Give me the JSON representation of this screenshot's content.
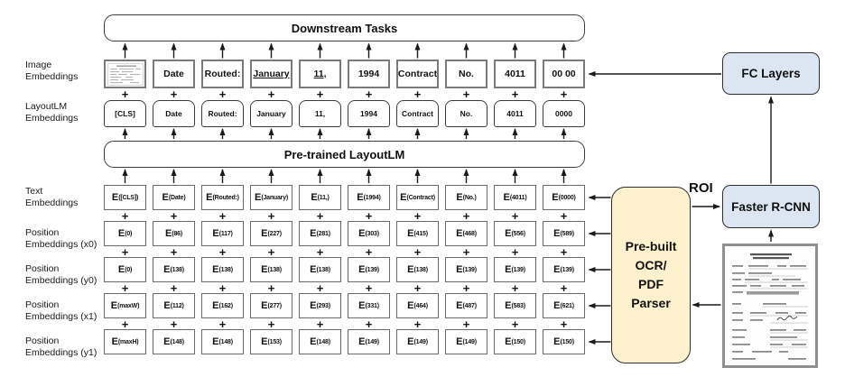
{
  "diagram": {
    "downstream_tasks_label": "Downstream Tasks",
    "pretrained_bar_label": "Pre-trained LayoutLM",
    "fc_layers_label": "FC Layers",
    "faster_rcnn_label": "Faster R-CNN",
    "parser_label": "Pre-built\nOCR/\nPDF\nParser",
    "roi_label": "ROI",
    "e_prefix": "E",
    "plus": "+",
    "row_labels": [
      {
        "text": "Image\nEmbeddings"
      },
      {
        "text": "LayoutLM\nEmbeddings"
      },
      {
        "text": "Text\nEmbeddings"
      },
      {
        "text": "Position\nEmbeddings (x0)"
      },
      {
        "text": "Position\nEmbeddings (y0)"
      },
      {
        "text": "Position\nEmbeddings (x1)"
      },
      {
        "text": "Position\nEmbeddings (y1)"
      }
    ],
    "columns": {
      "image": [
        "",
        "Date",
        "Routed:",
        "January",
        "11,",
        "1994",
        "Contract",
        "No.",
        "4011",
        "00 00"
      ],
      "layoutlm": [
        "[CLS]",
        "Date",
        "Routed:",
        "January",
        "11,",
        "1994",
        "Contract",
        "No.",
        "4011",
        "0000"
      ],
      "text": [
        "([CLS])",
        "(Date)",
        "(Routed:)",
        "(January)",
        "(11,)",
        "(1994)",
        "(Contract)",
        "(No.)",
        "(4011)",
        "(0000)"
      ],
      "x0": [
        "(0)",
        "(86)",
        "(117)",
        "(227)",
        "(281)",
        "(303)",
        "(415)",
        "(468)",
        "(556)",
        "(589)"
      ],
      "y0": [
        "(0)",
        "(138)",
        "(138)",
        "(138)",
        "(138)",
        "(139)",
        "(138)",
        "(139)",
        "(139)",
        "(139)"
      ],
      "x1": [
        "(maxW)",
        "(112)",
        "(162)",
        "(277)",
        "(293)",
        "(331)",
        "(464)",
        "(487)",
        "(583)",
        "(621)"
      ],
      "y1": [
        "(maxH)",
        "(148)",
        "(148)",
        "(153)",
        "(148)",
        "(149)",
        "(149)",
        "(149)",
        "(150)",
        "(150)"
      ]
    },
    "image_underline": [
      false,
      false,
      false,
      true,
      true,
      false,
      false,
      false,
      false,
      false
    ]
  },
  "colors": {
    "box_blue": "#dbe6f2",
    "box_yellow": "#fdf2cd",
    "arrow_black": "#1a1a1a",
    "box_border_gray": "#7a7a7a"
  }
}
